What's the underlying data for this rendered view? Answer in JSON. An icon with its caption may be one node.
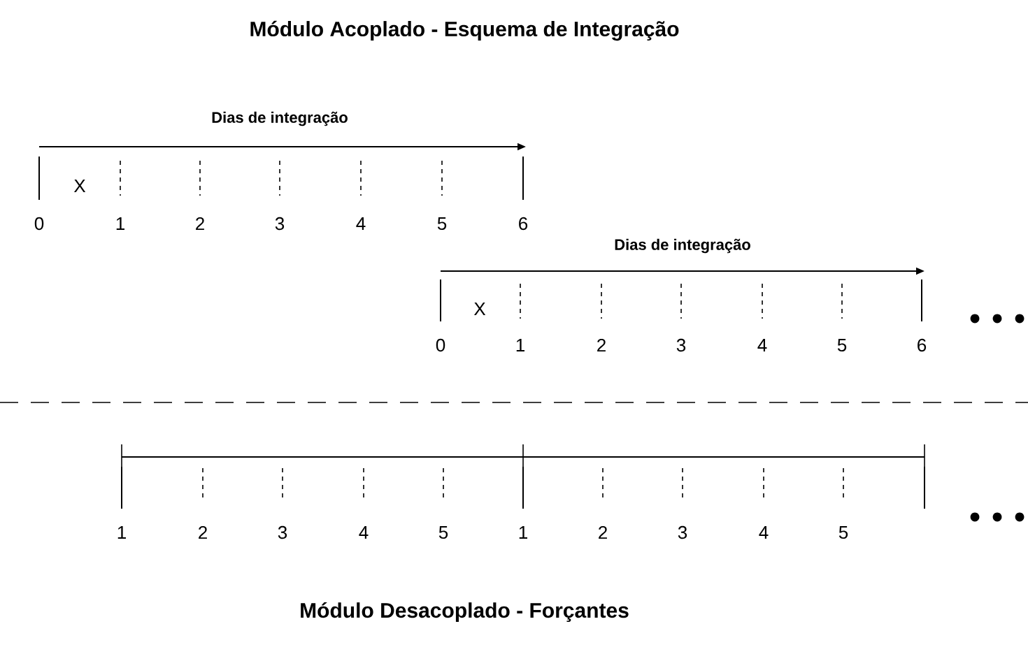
{
  "diagram": {
    "title": "Módulo Acoplado - Esquema de Integração",
    "caption": "Módulo Desacoplado - Forçantes",
    "labels": [
      "Dias de integração",
      "X",
      "0",
      "1",
      "2",
      "3",
      "4",
      "5",
      "6",
      "Dias de integração",
      "X",
      "0",
      "1",
      "2",
      "3",
      "4",
      "5",
      "6",
      "1",
      "2",
      "3",
      "4",
      "5",
      "1",
      "2",
      "3",
      "4",
      "5"
    ]
  }
}
